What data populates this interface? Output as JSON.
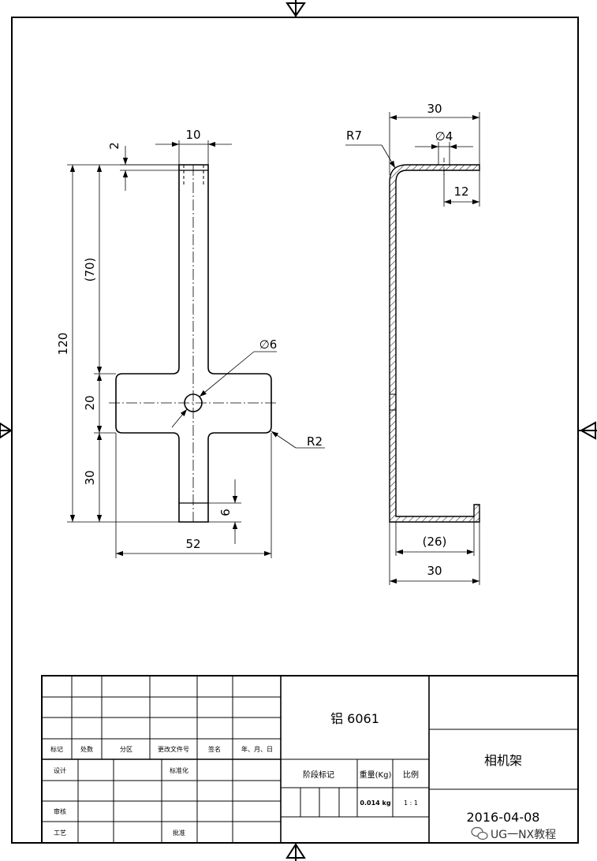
{
  "drawing": {
    "front_view": {
      "dim_top_width": "10",
      "dim_top_slot": "2",
      "dim_total_height": "120",
      "dim_upper": "(70)",
      "dim_middle": "20",
      "dim_lower": "30",
      "dim_hole": "∅6",
      "dim_radius": "R2",
      "dim_bottom_slot": "6",
      "dim_width": "52"
    },
    "side_view": {
      "dim_top_overall": "30",
      "dim_bend_radius": "R7",
      "dim_hole": "∅4",
      "dim_hole_offset": "12",
      "dim_bottom_inner": "(26)",
      "dim_bottom_overall": "30"
    }
  },
  "title_block": {
    "header_labels": [
      "标记",
      "处数",
      "分区",
      "更改文件号",
      "签名",
      "年、月、日"
    ],
    "left_labels": {
      "design": "设计",
      "standardize": "标准化",
      "review": "审核",
      "process": "工艺",
      "approve": "批准"
    },
    "material": "铝 6061",
    "stage_mark_label": "阶段标记",
    "weight_label": "重量(Kg)",
    "scale_label": "比例",
    "weight_value": "0.014 kg",
    "scale_value": "1 : 1",
    "part_name": "相机架",
    "date": "2016-04-08"
  },
  "watermark": "UG一NX教程",
  "icons": {
    "watermark_logo": "wechat-logo-icon"
  }
}
